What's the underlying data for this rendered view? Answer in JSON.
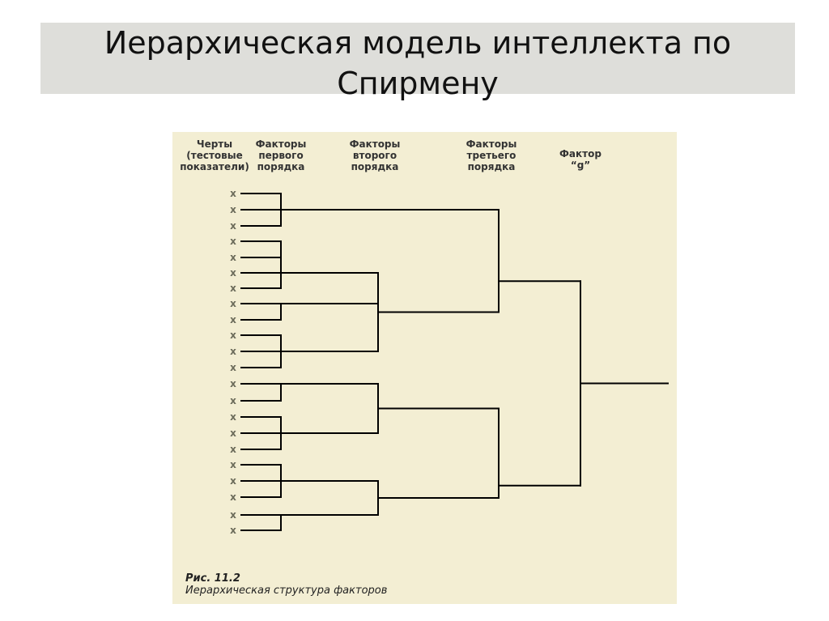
{
  "slide": {
    "title": "Иерархическая модель интеллекта по Спирмену"
  },
  "figure": {
    "headers": {
      "traits": "Черты\n(тестовые\nпоказатели)",
      "first_order": "Факторы\nпервого\nпорядка",
      "second_order": "Факторы\nвторого\nпорядка",
      "third_order": "Факторы\nтретьего\nпорядка",
      "g_factor": "Фактор\n“g”"
    },
    "trait_marker": "x",
    "trait_count": 22,
    "caption_title": "Рис. 11.2",
    "caption_text": "Иерархическая структура факторов",
    "line_color": "#000000",
    "marker_color": "#6b6b5a",
    "background_color": "#f3eed3"
  }
}
